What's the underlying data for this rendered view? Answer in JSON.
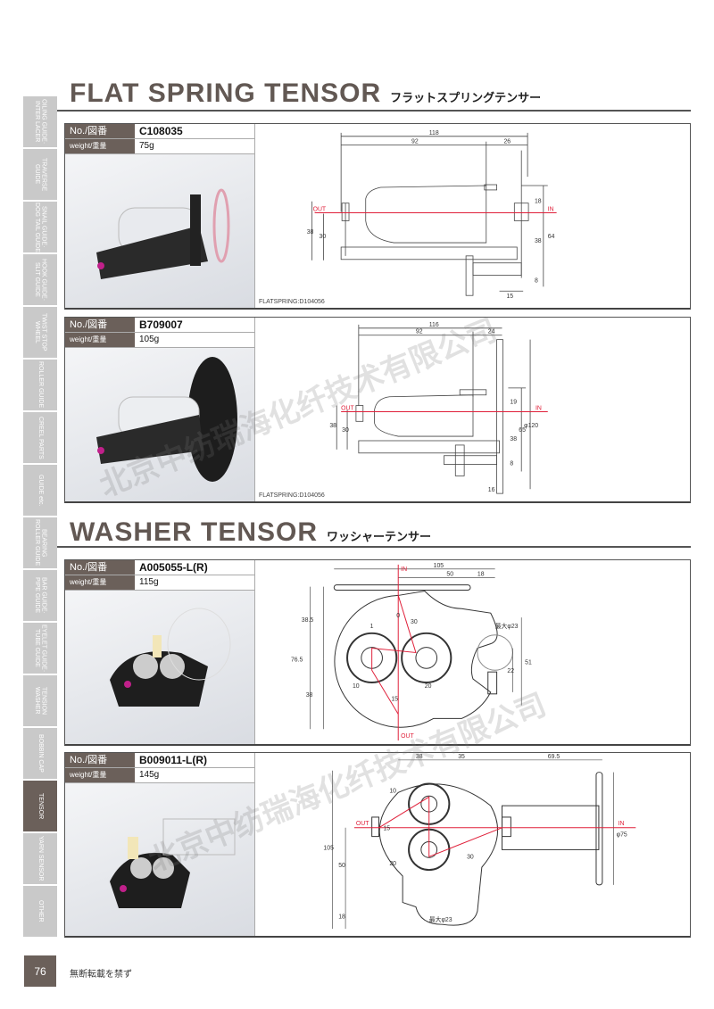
{
  "sidebar": {
    "tabs": [
      "OILING GUIDE·\nINTER LACER",
      "TRAVERSE\nGUIDE",
      "SNAIL GUIDE·\nDOG TAIL GUIDE",
      "HOOK GUIDE·\nSLIT GUIDE",
      "TWIST STOP\nWHEEL",
      "ROLLER GUIDE",
      "CREEL PARTS",
      "GUIDE etc.",
      "BEARING\nROLLER GUIDE",
      "BAR GUIDE·\nPIPE GUIDE",
      "EYELET GUIDE·\nTUBE GUIDE",
      "TENSION\nWASHER",
      "BOBBIN CAP",
      "TENSOR",
      "YARN SENSOR",
      "OTHER"
    ],
    "active": "TENSOR"
  },
  "sections": [
    {
      "title": "FLAT SPRING TENSOR",
      "title_jp": "フラットスプリングテンサー"
    },
    {
      "title": "WASHER TENSOR",
      "title_jp": "ワッシャーテンサー"
    }
  ],
  "labels": {
    "no": "No./図番",
    "weight": "weight/重量",
    "out": "OUT",
    "in": "IN"
  },
  "products": [
    {
      "no": "C108035",
      "weight": "75g",
      "drawing_code": "FLATSPRING:D104056",
      "dims": [
        "118",
        "92",
        "26",
        "18",
        "64",
        "38",
        "38",
        "30",
        "8",
        "15"
      ]
    },
    {
      "no": "B709007",
      "weight": "105g",
      "drawing_code": "FLATSPRING:D104056",
      "dims": [
        "116",
        "92",
        "24",
        "19",
        "65",
        "φ120",
        "38",
        "38",
        "30",
        "8",
        "16"
      ]
    },
    {
      "no": "A005055-L(R)",
      "weight": "115g",
      "dims": [
        "105",
        "50",
        "18",
        "38.5",
        "76.5",
        "38",
        "最大φ23",
        "22",
        "51",
        "0",
        "30",
        "1",
        "10",
        "15",
        "20"
      ]
    },
    {
      "no": "B009011-L(R)",
      "weight": "145g",
      "dims": [
        "38",
        "35",
        "69.5",
        "105",
        "50",
        "18",
        "最大φ23",
        "φ75",
        "10",
        "15",
        "20",
        "30"
      ]
    }
  ],
  "watermark": "北京中纺瑞海化纤技术有限公司",
  "footer": {
    "page": "76",
    "note": "無断転載を禁ず"
  },
  "colors": {
    "accent": "#6b605a",
    "thread": "#e0203a"
  }
}
